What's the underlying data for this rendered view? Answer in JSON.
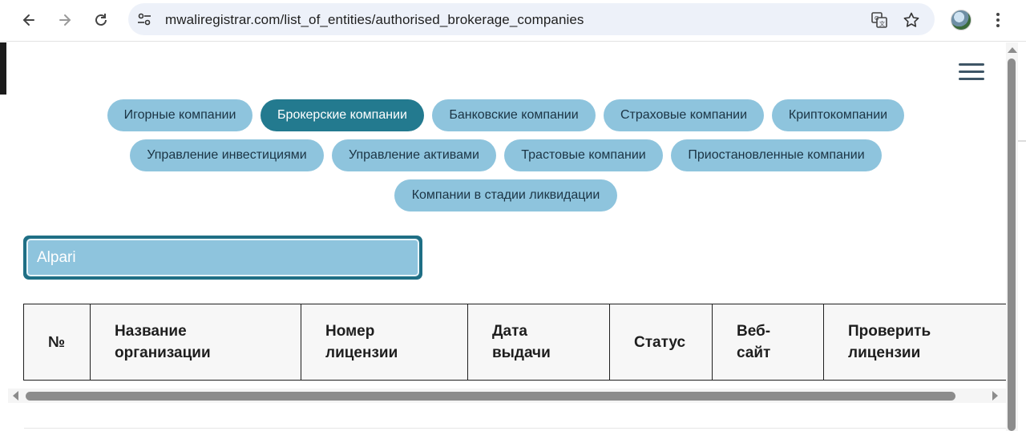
{
  "browser": {
    "url": "mwaliregistrar.com/list_of_entities/authorised_brokerage_companies",
    "icons": {
      "back": "arrow-left-icon",
      "forward": "arrow-right-icon",
      "reload": "reload-icon",
      "site_settings": "tune-icon",
      "translate": "translate-icon",
      "bookmark": "star-icon",
      "menu": "kebab-menu-icon"
    }
  },
  "categories": [
    {
      "label": "Игорные компании",
      "active": false
    },
    {
      "label": "Брокерские компании",
      "active": true
    },
    {
      "label": "Банковские компании",
      "active": false
    },
    {
      "label": "Страховые компании",
      "active": false
    },
    {
      "label": "Криптокомпании",
      "active": false
    },
    {
      "label": "Управление инвестициями",
      "active": false
    },
    {
      "label": "Управление активами",
      "active": false
    },
    {
      "label": "Трастовые компании",
      "active": false
    },
    {
      "label": "Приостановленные компании",
      "active": false
    },
    {
      "label": "Компании в стадии ликвидации",
      "active": false
    }
  ],
  "search": {
    "value": "Alpari"
  },
  "table": {
    "headers": [
      {
        "line1": "№",
        "line2": ""
      },
      {
        "line1": "Название",
        "line2": "организации"
      },
      {
        "line1": "Номер",
        "line2": "лицензии"
      },
      {
        "line1": "Дата",
        "line2": "выдачи"
      },
      {
        "line1": "Статус",
        "line2": ""
      },
      {
        "line1": "Веб-",
        "line2": "сайт"
      },
      {
        "line1": "Проверить",
        "line2": "лицензии"
      }
    ]
  },
  "colors": {
    "pill": "#8ec4dd",
    "pill_active": "#237a8f",
    "search_border": "#1f6f85"
  }
}
